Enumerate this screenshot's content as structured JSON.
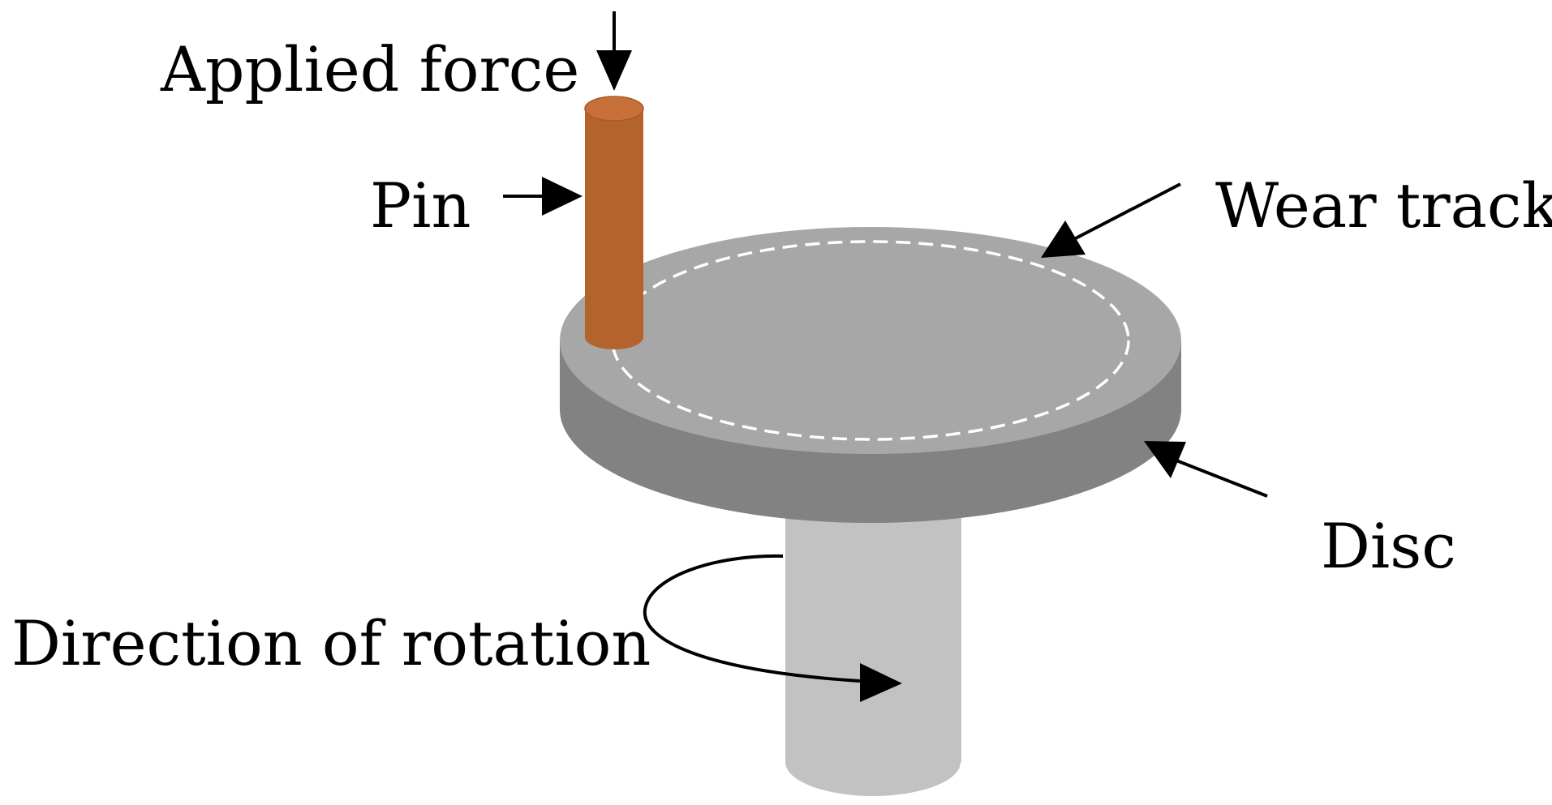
{
  "labels": {
    "applied_force": "Applied force",
    "pin": "Pin",
    "wear_track": "Wear track",
    "disc": "Disc",
    "direction_of_rotation": "Direction of rotation"
  },
  "colors": {
    "pin_body": "#b5632c",
    "pin_top": "#c8703a",
    "disc_top": "#a7a7a7",
    "disc_side": "#828282",
    "shaft": "#c2c2c2",
    "wear_track": "#ffffff",
    "ink": "#000000"
  }
}
